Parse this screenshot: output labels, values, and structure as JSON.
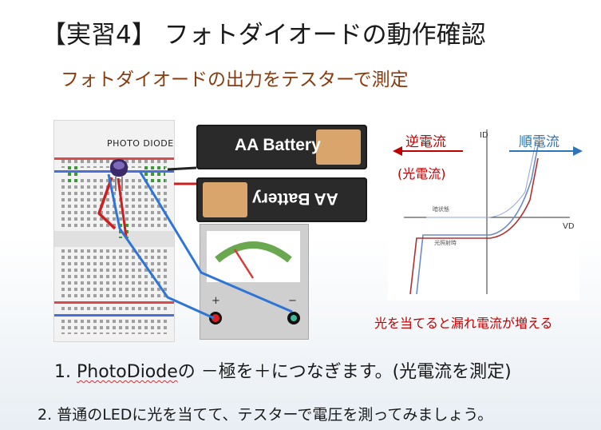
{
  "slide": {
    "title": "【実習4】 フォトダイオードの動作確認",
    "subtitle": "フォトダイオードの出力をテスターで測定"
  },
  "circuit": {
    "component_label": "PHOTO DIODE",
    "battery_label": "AA Battery",
    "meter_plus": "+",
    "meter_minus": "−"
  },
  "graph": {
    "y_axis_label": "ID",
    "x_axis_label": "VD",
    "reverse_current_label": "逆電流",
    "photo_current_label": "(光電流)",
    "forward_current_label": "順電流",
    "dark_curve_label": "暗状態",
    "lit_curve_label": "光照射時",
    "note": "光を当てると漏れ電流が増える"
  },
  "instructions": {
    "step1_number": "1.",
    "step1_part_name": "PhotoDiode",
    "step1_rest": "の －極を＋につなぎます。(光電流を測定)",
    "step2_number": "2.",
    "step2_text": "普通のLEDに光を当てて、テスターで電圧を測ってみましょう。"
  },
  "colors": {
    "title": "#1a1a1a",
    "subtitle": "#8a3c0e",
    "reverse_arrow": "#c00000",
    "forward_arrow": "#2e75b6",
    "wire_blue": "#2e75d6",
    "wire_red": "#cc1f1f",
    "dark_curve": "#6b8cc7",
    "lit_curve": "#b03030",
    "meter_arc": "#6aa84f"
  },
  "icons": {
    "photodiode": "photodiode-icon",
    "battery": "battery-icon",
    "multimeter": "multimeter-icon"
  }
}
